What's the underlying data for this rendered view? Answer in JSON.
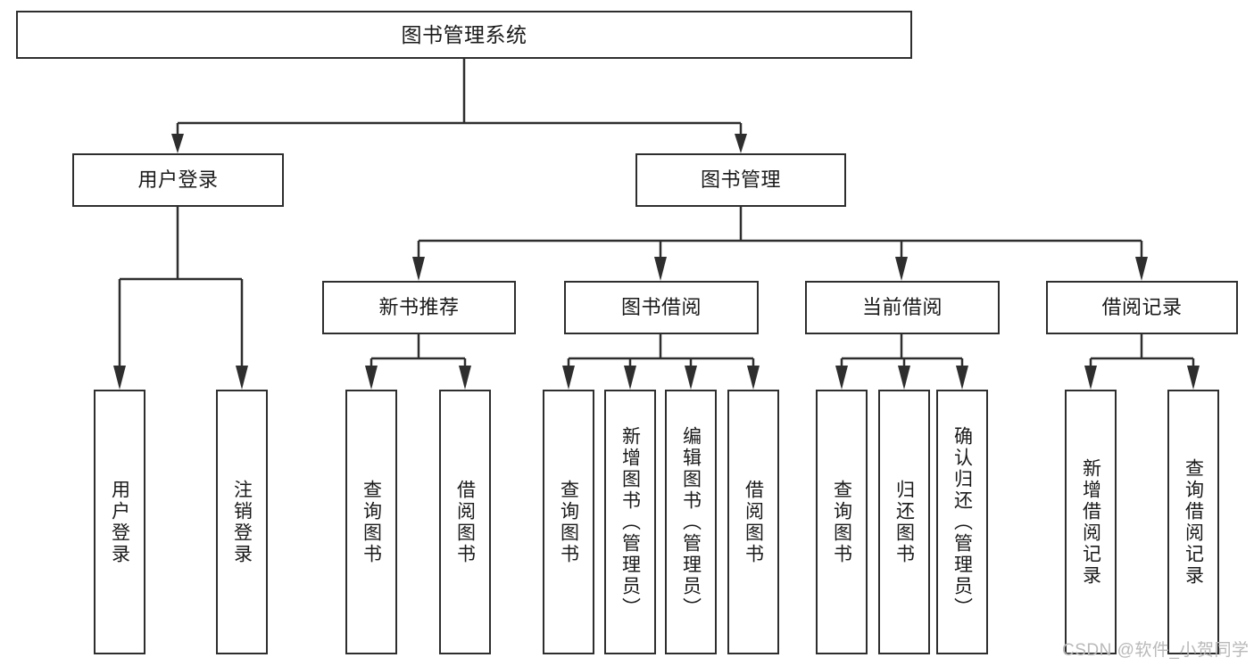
{
  "diagram": {
    "title": "图书管理系统",
    "type": "hierarchy-tree",
    "watermark": "CSDN @软件_小贺同学",
    "colors": {
      "box_border": "#2e2e2e",
      "box_fill": "#ffffff",
      "connector": "#2e2e2e",
      "text": "#1a1a1a",
      "watermark": "#b9b9b9"
    },
    "nodes": {
      "root": {
        "label": "图书管理系统"
      },
      "level2": [
        {
          "label": "用户登录"
        },
        {
          "label": "图书管理"
        }
      ],
      "level3": [
        {
          "label": "新书推荐"
        },
        {
          "label": "图书借阅"
        },
        {
          "label": "当前借阅"
        },
        {
          "label": "借阅记录"
        }
      ],
      "leaves_user_login": [
        {
          "label": "用户登录"
        },
        {
          "label": "注销登录"
        }
      ],
      "leaves_new_book": [
        {
          "label": "查询图书"
        },
        {
          "label": "借阅图书"
        }
      ],
      "leaves_borrow": [
        {
          "label": "查询图书"
        },
        {
          "label": "新增图书（管理员）"
        },
        {
          "label": "编辑图书（管理员）"
        },
        {
          "label": "借阅图书"
        }
      ],
      "leaves_current": [
        {
          "label": "查询图书"
        },
        {
          "label": "归还图书"
        },
        {
          "label": "确认归还（管理员）"
        }
      ],
      "leaves_record": [
        {
          "label": "新增借阅记录"
        },
        {
          "label": "查询借阅记录"
        }
      ]
    }
  }
}
